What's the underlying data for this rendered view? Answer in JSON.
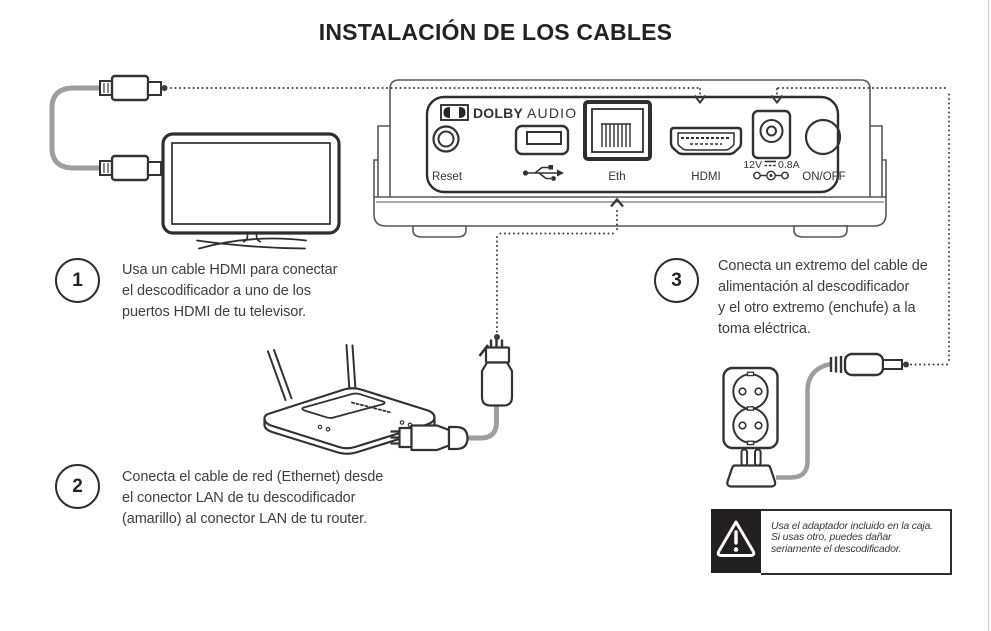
{
  "title": "INSTALACIÓN DE LOS CABLES",
  "device": {
    "brand": {
      "bold": "DOLBY",
      "regular": "AUDIO"
    },
    "ports": {
      "reset_label": "Reset",
      "eth_label": "Eth",
      "hdmi_label": "HDMI",
      "power_label_prefix": "12V",
      "power_label_suffix": "0.8A",
      "onoff_label": "ON/OFF"
    }
  },
  "steps": [
    {
      "number": "1",
      "lines": [
        "Usa un cable HDMI para conectar",
        "el descodificador a uno de los",
        "puertos HDMI de tu televisor."
      ]
    },
    {
      "number": "2",
      "lines": [
        "Conecta el cable de red (Ethernet) desde",
        "el conector LAN de tu descodificador",
        "(amarillo) al conector LAN de tu router."
      ]
    },
    {
      "number": "3",
      "lines": [
        "Conecta un extremo del cable de",
        "alimentación al descodificador",
        "y el otro extremo (enchufe) a la",
        "toma eléctrica."
      ]
    }
  ],
  "warning": {
    "lines": [
      "Usa el adaptador incluido en la caja.",
      "Si usas otro, puedes dañar",
      "seriamente el descodificador."
    ]
  },
  "colors": {
    "line": "#333333",
    "body_line": "#595959",
    "cable": "#9e9e9e",
    "warning_bg": "#231f20",
    "page_edge": "#cfcfcf"
  }
}
